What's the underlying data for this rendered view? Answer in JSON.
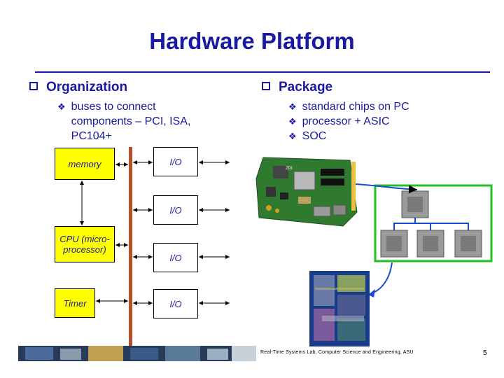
{
  "slide": {
    "title": "Hardware Platform",
    "left_heading": "Organization",
    "left_points": [
      "buses  to connect components – PCI, ISA, PC104+"
    ],
    "right_heading": "Package",
    "right_points": [
      "standard chips on PC",
      "processor + ASIC",
      "SOC"
    ]
  },
  "diagram": {
    "memory": "memory",
    "cpu": "CPU (micro-processor)",
    "timer": "Timer",
    "io_labels": [
      "I/O",
      "I/O",
      "I/O",
      "I/O"
    ]
  },
  "footer": {
    "lab": "Real-Time Systems Lab, Computer Science and Engineering, ASU",
    "page": "5"
  },
  "colors": {
    "heading": "#1a1aa0",
    "bus": "#b5502a",
    "box_fill": "#ffff00",
    "soc_border": "#22c022"
  }
}
